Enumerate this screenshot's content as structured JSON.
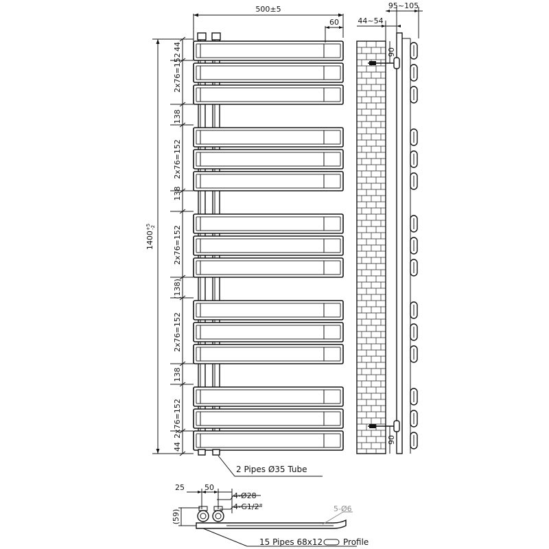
{
  "dimensions": {
    "width_total": "500±5",
    "width_offset": "60",
    "wall_gap": "44~54",
    "depth_total": "95~105",
    "height_total": "1400",
    "height_tol_plus": "+5",
    "height_tol_minus": "-2",
    "end_44_top": "44",
    "end_44_bottom": "44",
    "group_label": "2x76=152",
    "gap_138": "138",
    "gap_138_ref": "(138)",
    "bracket_90_top": "90",
    "bracket_90_bottom": "90"
  },
  "plan": {
    "offset_25": "25",
    "offset_50": "50",
    "holes": "4-Ø28",
    "thread": "4-G1/2\"",
    "depth_59": "(59)",
    "profile_holes": "5-Ø6"
  },
  "callouts": {
    "pipes": "2 Pipes Ø35 Tube",
    "profile": "15 Pipes 68x12",
    "profile_word": "Profile"
  }
}
